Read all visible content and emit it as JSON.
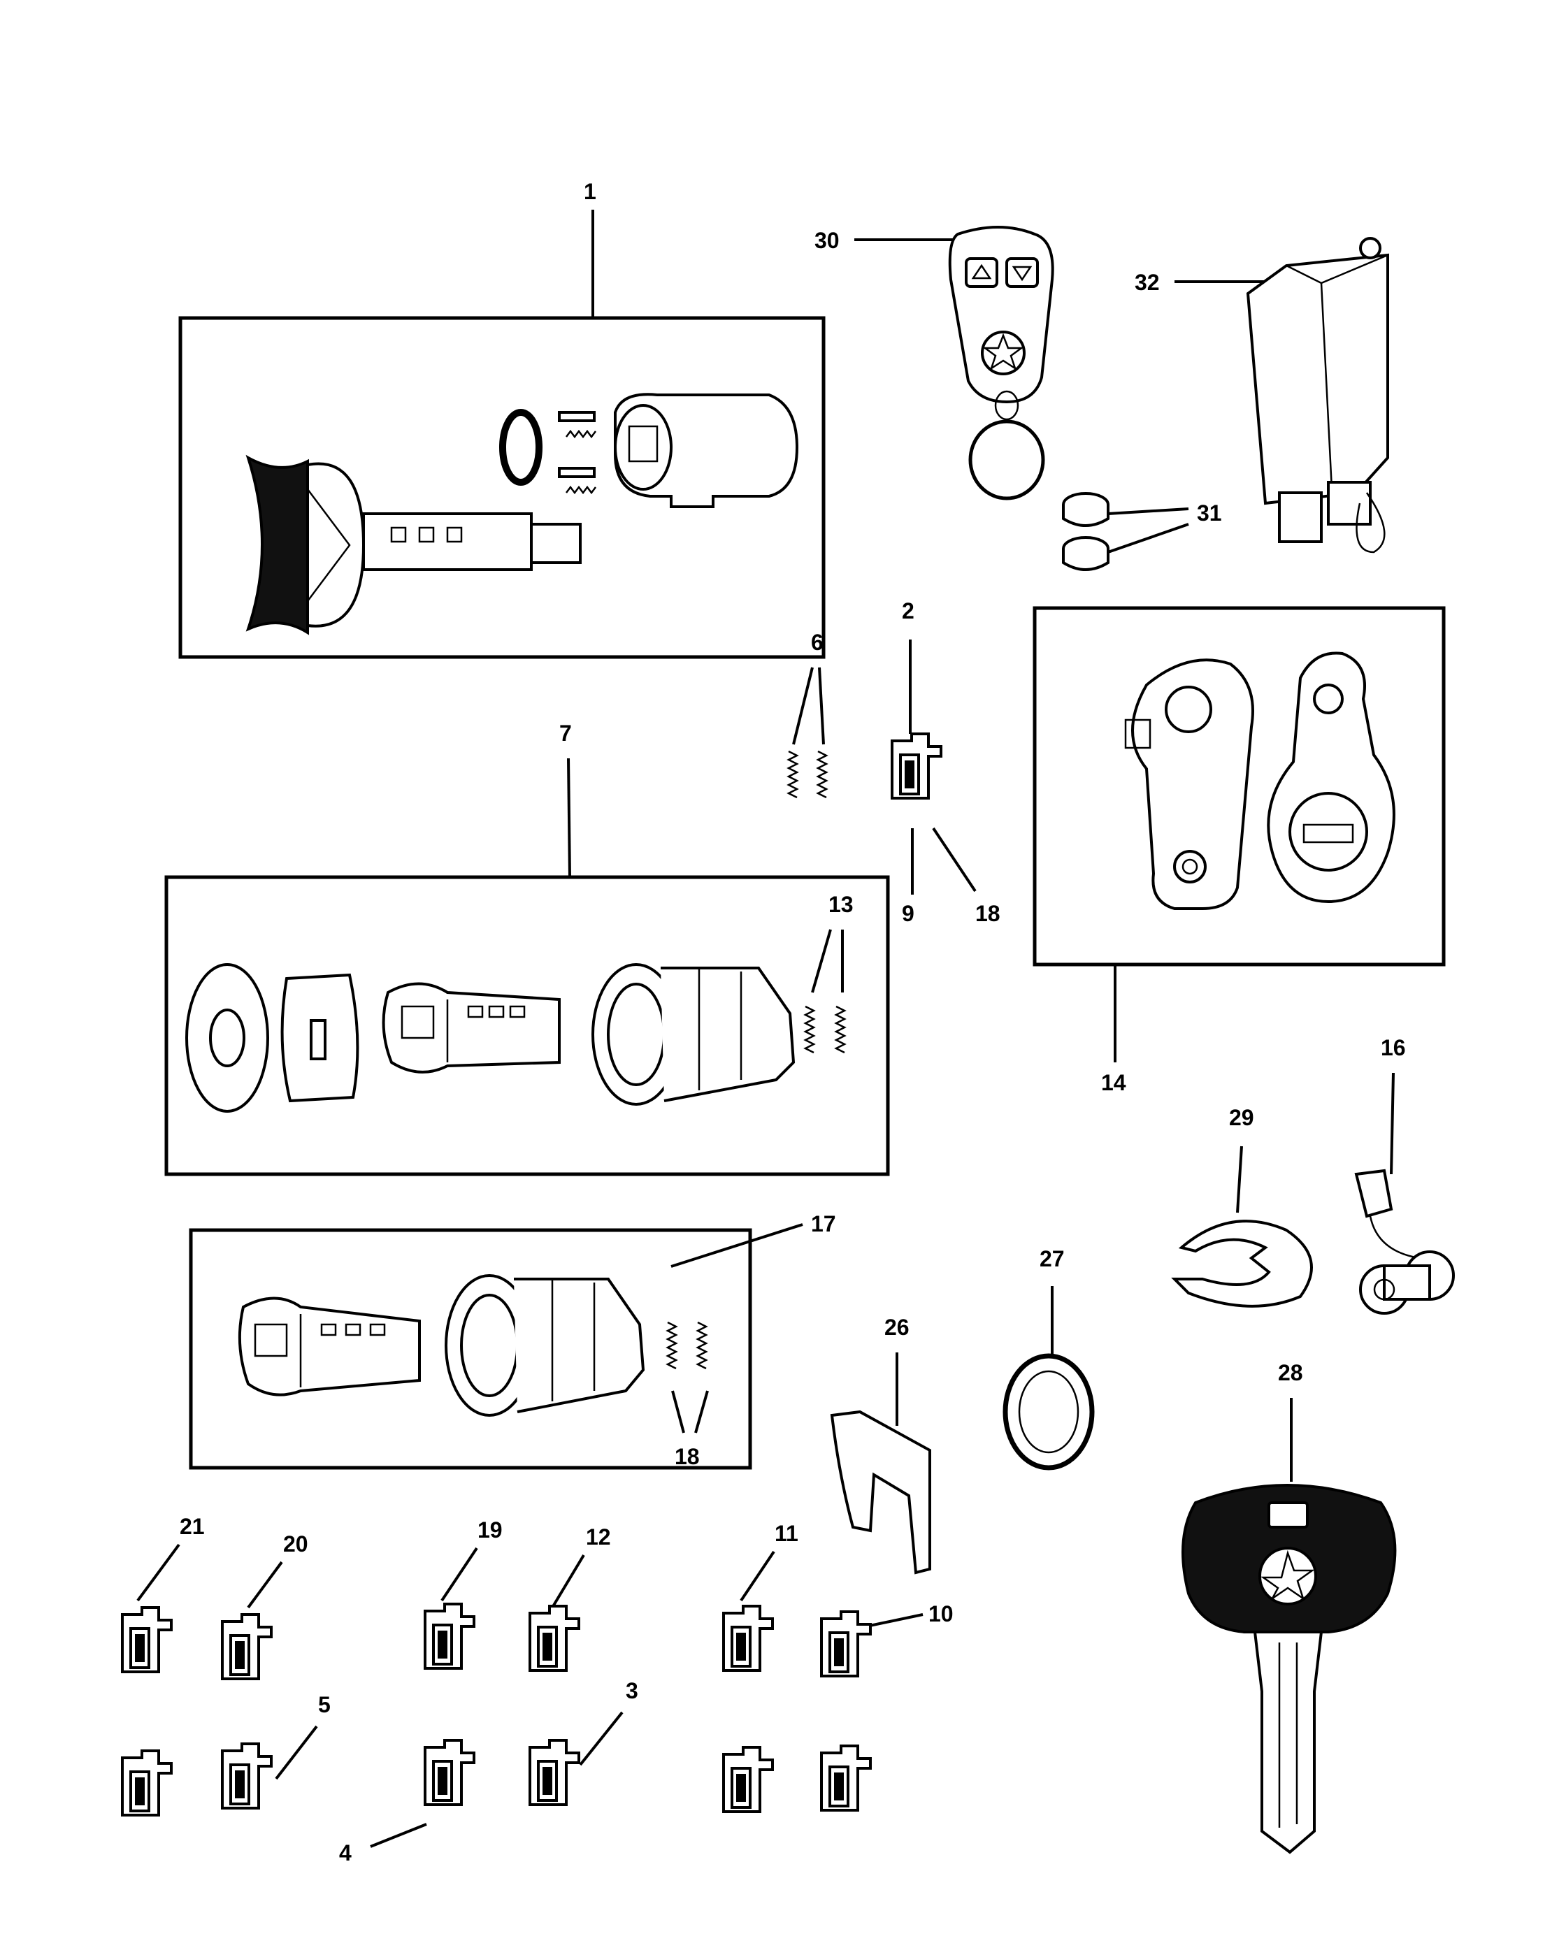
{
  "callouts": {
    "c1": "1",
    "c2": "2",
    "c3": "3",
    "c4": "4",
    "c5": "5",
    "c6": "6",
    "c7": "7",
    "c9": "9",
    "c10": "10",
    "c11": "11",
    "c12": "12",
    "c13": "13",
    "c14": "14",
    "c16": "16",
    "c17": "17",
    "c18a": "18",
    "c18b": "18",
    "c19": "19",
    "c20": "20",
    "c21": "21",
    "c26": "26",
    "c27": "27",
    "c28": "28",
    "c29": "29",
    "c30": "30",
    "c31": "31",
    "c32": "32"
  }
}
